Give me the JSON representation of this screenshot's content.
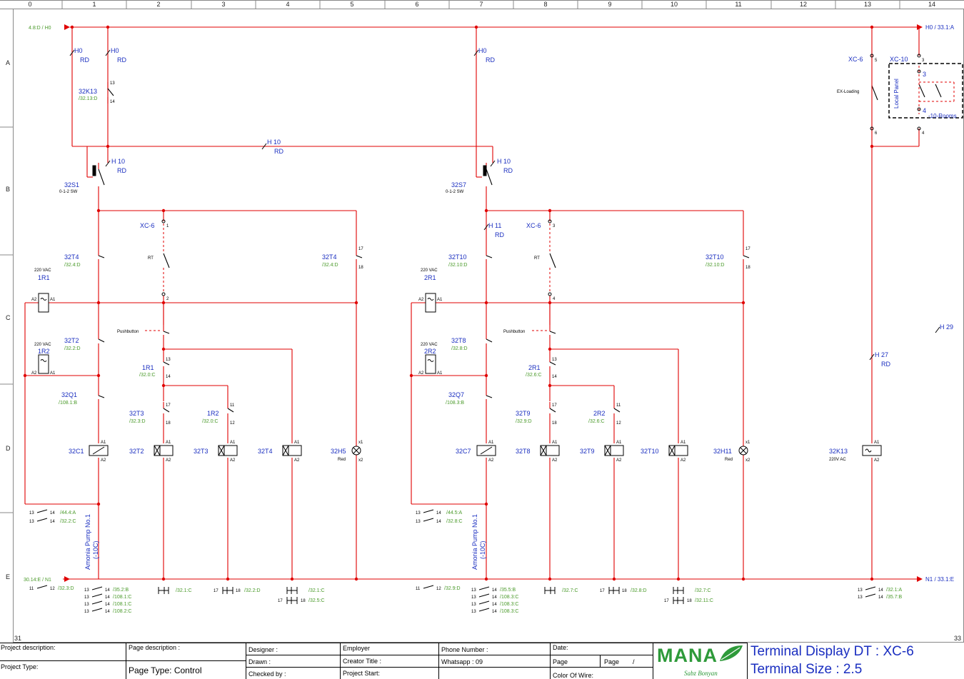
{
  "grid": {
    "columns": [
      "0",
      "1",
      "2",
      "3",
      "4",
      "5",
      "6",
      "7",
      "8",
      "9",
      "10",
      "11",
      "12",
      "13",
      "14"
    ],
    "rows": [
      "A",
      "B",
      "C",
      "D",
      "E"
    ],
    "corner_left": "31",
    "corner_right": "33"
  },
  "rails": {
    "h0_in": "4.8:D / H0",
    "h0_out": "H0 / 33.1:A",
    "n1_in": "30.14:E / N1",
    "n1_out": "N1 / 33.1:E"
  },
  "labels": {
    "h0": "H0",
    "rd": "RD",
    "h10": "H 10",
    "h11": "H 11",
    "h27": "H 27",
    "h29": "H 29",
    "k13": "32K13",
    "k13_ref": "/32.13:D",
    "s1": "32S1",
    "s7": "32S7",
    "sw": "0-1-2 SW",
    "xc6": "XC-6",
    "xc10": "XC-10",
    "rt": "RT",
    "pushbutton": "Pushbutton",
    "exloading": "EX-Loading",
    "localpanel": "Local Panel",
    "rooms": "-10-Rooms",
    "vac": "220 VAC",
    "vac2": "220V AC",
    "r1": "1R1",
    "r2": "1R2",
    "r21": "2R1",
    "r22": "2R2",
    "t4": "32T4",
    "t4ref": "/32.4:D",
    "t2": "32T2",
    "t2ref": "/32.2:D",
    "t10": "32T10",
    "t10ref": "/32.10:D",
    "t8": "32T8",
    "t8ref": "/32.8:D",
    "t3": "32T3",
    "t3ref": "/32.3:D",
    "t9": "32T9",
    "t9ref": "/32.9:D",
    "q1": "32Q1",
    "q1ref": "/108.1:B",
    "q7": "32Q7",
    "q7ref": "/108.3:B",
    "c1": "32C1",
    "c7": "32C7",
    "h5": "32H5",
    "h11c": "32H11",
    "red": "Red",
    "r1ref": "/32.0:C",
    "r21ref": "/32.6:C",
    "r2ref": "/32.0:C",
    "r22ref": "/32.6:C",
    "pump1": "Amonia Pump No.1",
    "pump1b": "(-10C)",
    "a1": "A1",
    "a2": "A2",
    "x1": "x1",
    "x2": "x2"
  },
  "contacts_bottom_left": [
    {
      "from": "13",
      "to": "14",
      "ref": "/44.4:A"
    },
    {
      "from": "13",
      "to": "14",
      "ref": "/32.2:C"
    }
  ],
  "contacts_bottom_mid": [
    {
      "from": "13",
      "to": "14",
      "ref": "/44.5:A"
    },
    {
      "from": "13",
      "to": "14",
      "ref": "/32.8:C"
    }
  ],
  "contacts_bottom_row": {
    "c1a": "11",
    "c1b": "12",
    "c1ref": "/32.3:D",
    "c1_list": [
      {
        "from": "13",
        "to": "14",
        "ref": "/35.2:B"
      },
      {
        "from": "13",
        "to": "14",
        "ref": "/108.1:C"
      },
      {
        "from": "13",
        "to": "14",
        "ref": "/108.1:C"
      },
      {
        "from": "13",
        "to": "14",
        "ref": "/108.2:C"
      }
    ],
    "t2ref": "/32.1:C",
    "t3a": "17",
    "t3b": "18",
    "t3ref": "/32.2:D",
    "t4ref1": "/32.1:C",
    "t4a": "17",
    "t4b": "18",
    "t4ref2": "/32.5:C",
    "c7a": "11",
    "c7b": "12",
    "c7ref": "/32.9:D",
    "c7_list": [
      {
        "from": "13",
        "to": "14",
        "ref": "/35.5:B"
      },
      {
        "from": "13",
        "to": "14",
        "ref": "/108.3:C"
      },
      {
        "from": "13",
        "to": "14",
        "ref": "/108.3:C"
      },
      {
        "from": "13",
        "to": "14",
        "ref": "/108.3:C"
      }
    ],
    "t8ref": "/32.7:C",
    "t9a": "17",
    "t9b": "18",
    "t9ref": "/32.8:D",
    "t10ref1": "/32.7:C",
    "t10a": "17",
    "t10b": "18",
    "t10ref2": "/32.11:C",
    "k13_list": [
      {
        "from": "13",
        "to": "14",
        "ref": "/32.1:A"
      },
      {
        "from": "13",
        "to": "14",
        "ref": "/35.7:B"
      }
    ]
  },
  "title_block": {
    "project_description": "Project description:",
    "page_description": "Page description :",
    "project_type": "Project Type:",
    "page_type": "Page Type: Control",
    "designer": "Designer :",
    "drawn": "Drawn :",
    "checked_by": "Checked by :",
    "employer": "Employer",
    "creator_title": "Creator Title :",
    "project_start": "Project Start:",
    "phone_number": "Phone Number :",
    "whatsapp": "Whatsapp : 09",
    "date": "Date:",
    "page": "Page",
    "page2": "Page",
    "slash": "/",
    "color_of_wire": "Color Of Wire:",
    "logo_text": "MANA",
    "logo_sub": "Sabz Bonyan",
    "terminal_display": "Terminal Display DT : XC-6",
    "terminal_size": "Terminal Size : 2.5"
  },
  "colors": {
    "wire": "#e00000",
    "label_blue": "#1a2ec0",
    "ref_green": "#4a9a2a",
    "logo_green": "#2e9a3a"
  }
}
